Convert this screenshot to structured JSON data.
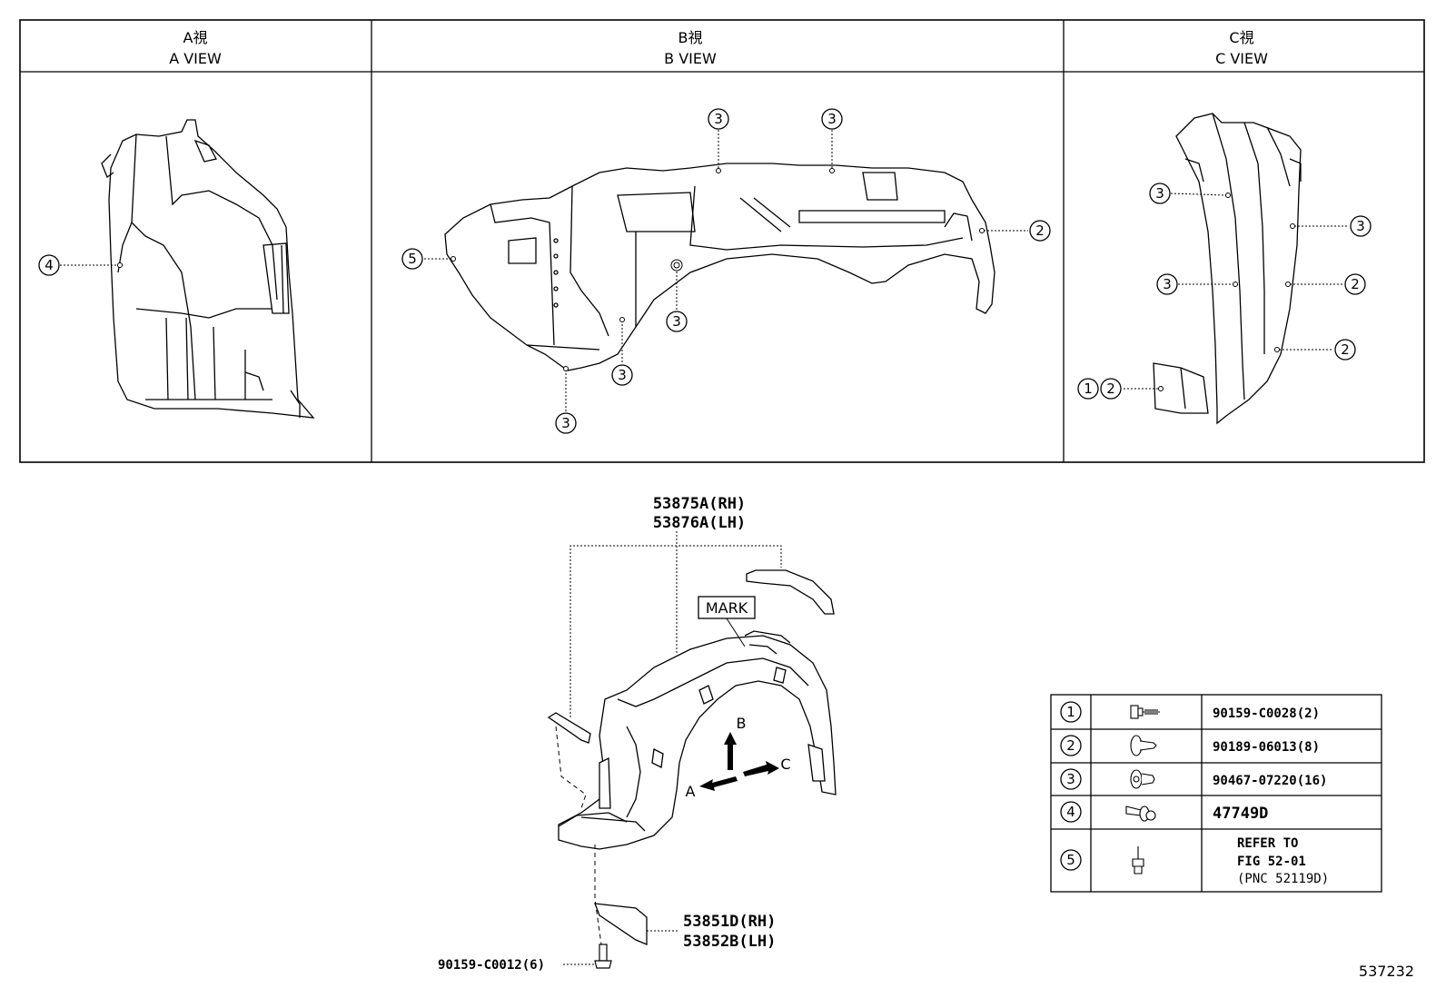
{
  "views": [
    {
      "jp": "A視",
      "en": "A VIEW"
    },
    {
      "jp": "B視",
      "en": "B VIEW"
    },
    {
      "jp": "C視",
      "en": "C VIEW"
    }
  ],
  "callouts": {
    "one": "1",
    "two": "2",
    "three": "3",
    "four": "4",
    "five": "5"
  },
  "main_part": {
    "rh": "53875A(RH)",
    "lh": "53876A(LH)"
  },
  "mark_label": "MARK",
  "bracket_part": {
    "rh": "53851D(RH)",
    "lh": "53852B(LH)"
  },
  "bottom_fastener": "90159-C0012(6)",
  "arrows": {
    "a": "A",
    "b": "B",
    "c": "C"
  },
  "legend": [
    {
      "num": "1",
      "part": "90159-C0028(2)",
      "icon": "bolt-flange-icon"
    },
    {
      "num": "2",
      "part": "90189-06013(8)",
      "icon": "clip-icon"
    },
    {
      "num": "3",
      "part": "90467-07220(16)",
      "icon": "push-clip-icon"
    },
    {
      "num": "4",
      "part": "47749D",
      "icon": "screw-grommet-icon"
    },
    {
      "num": "5",
      "part_lines": [
        "REFER TO",
        "FIG 52-01",
        "(PNC 52119D)"
      ],
      "icon": "screw-icon"
    }
  ],
  "drawing_number": "537232"
}
